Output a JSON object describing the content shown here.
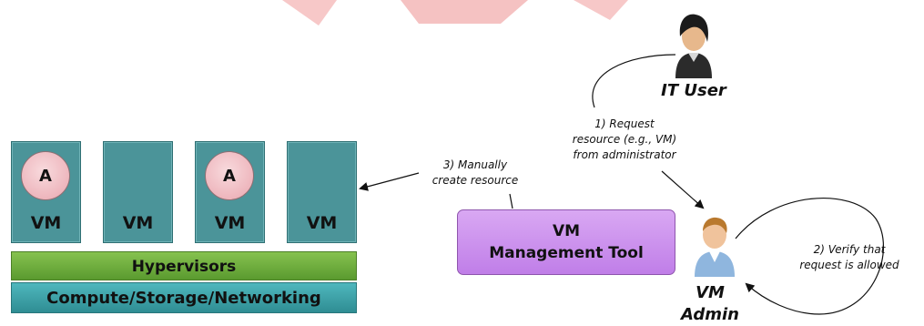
{
  "vms": [
    {
      "label": "VM",
      "app": "A"
    },
    {
      "label": "VM",
      "app": ""
    },
    {
      "label": "VM",
      "app": "A"
    },
    {
      "label": "VM",
      "app": ""
    }
  ],
  "layers": {
    "hypervisors": "Hypervisors",
    "infrastructure": "Compute/Storage/Networking"
  },
  "management_tool": {
    "line1": "VM",
    "line2": "Management Tool"
  },
  "roles": {
    "it_user": "IT User",
    "vm_admin_line1": "VM",
    "vm_admin_line2": "Admin"
  },
  "steps": {
    "step1": [
      "1) Request",
      "resource (e.g., VM)",
      "from administrator"
    ],
    "step2": [
      "2) Verify that",
      "request is allowed"
    ],
    "step3": [
      "3) Manually",
      "create resource"
    ]
  },
  "colors": {
    "vm_fill": "#4b9499",
    "hypervisor_fill": "#6aaa3c",
    "infrastructure_fill": "#3a9da3",
    "management_fill": "#c990ee",
    "app_fill": "#f2c4c9"
  },
  "icons": [
    "it-user-icon",
    "vm-admin-icon"
  ]
}
